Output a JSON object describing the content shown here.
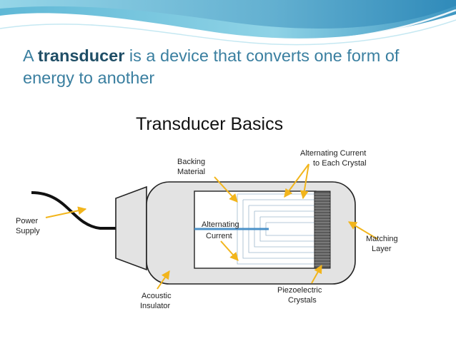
{
  "slide": {
    "heading_prefix": "A ",
    "heading_keyword": "transducer",
    "heading_suffix": " is a device that  converts one form of energy  to another"
  },
  "diagram": {
    "title": "Transducer Basics",
    "labels": {
      "power_supply": [
        "Power",
        "Supply"
      ],
      "backing_material": [
        "Backing",
        "Material"
      ],
      "alternating_current_to_crystal": [
        "Alternating Current",
        "to Each Crystal"
      ],
      "alternating_current": [
        "Alternating",
        "Current"
      ],
      "matching_layer": [
        "Matching",
        "Layer"
      ],
      "acoustic_insulator": [
        "Acoustic",
        "Insulator"
      ],
      "piezoelectric_crystals": [
        "Piezoelectric",
        "Crystals"
      ]
    }
  },
  "colors": {
    "heading": "#3a7fa0",
    "keyword": "#1f4e66",
    "arrow": "#f2b51c",
    "wire": "#111111",
    "signal": "#4a90c8",
    "housing_fill": "#e3e3e3",
    "crystal_lines": "#9db8cc"
  }
}
